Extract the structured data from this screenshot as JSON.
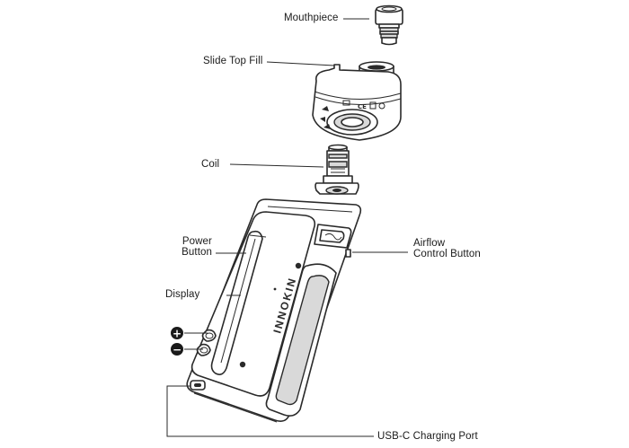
{
  "labels": {
    "mouthpiece": "Mouthpiece",
    "slide_top_fill": "Slide Top Fill",
    "coil": "Coil",
    "power_button_line1": "Power",
    "power_button_line2": "Button",
    "display": "Display",
    "airflow_line1": "Airflow",
    "airflow_line2": "Control Button",
    "usb_c": "USB-C Charging Port"
  },
  "device_brand": "INNOKIN",
  "buttons": {
    "plus_symbol": "+",
    "minus_symbol": "−"
  }
}
